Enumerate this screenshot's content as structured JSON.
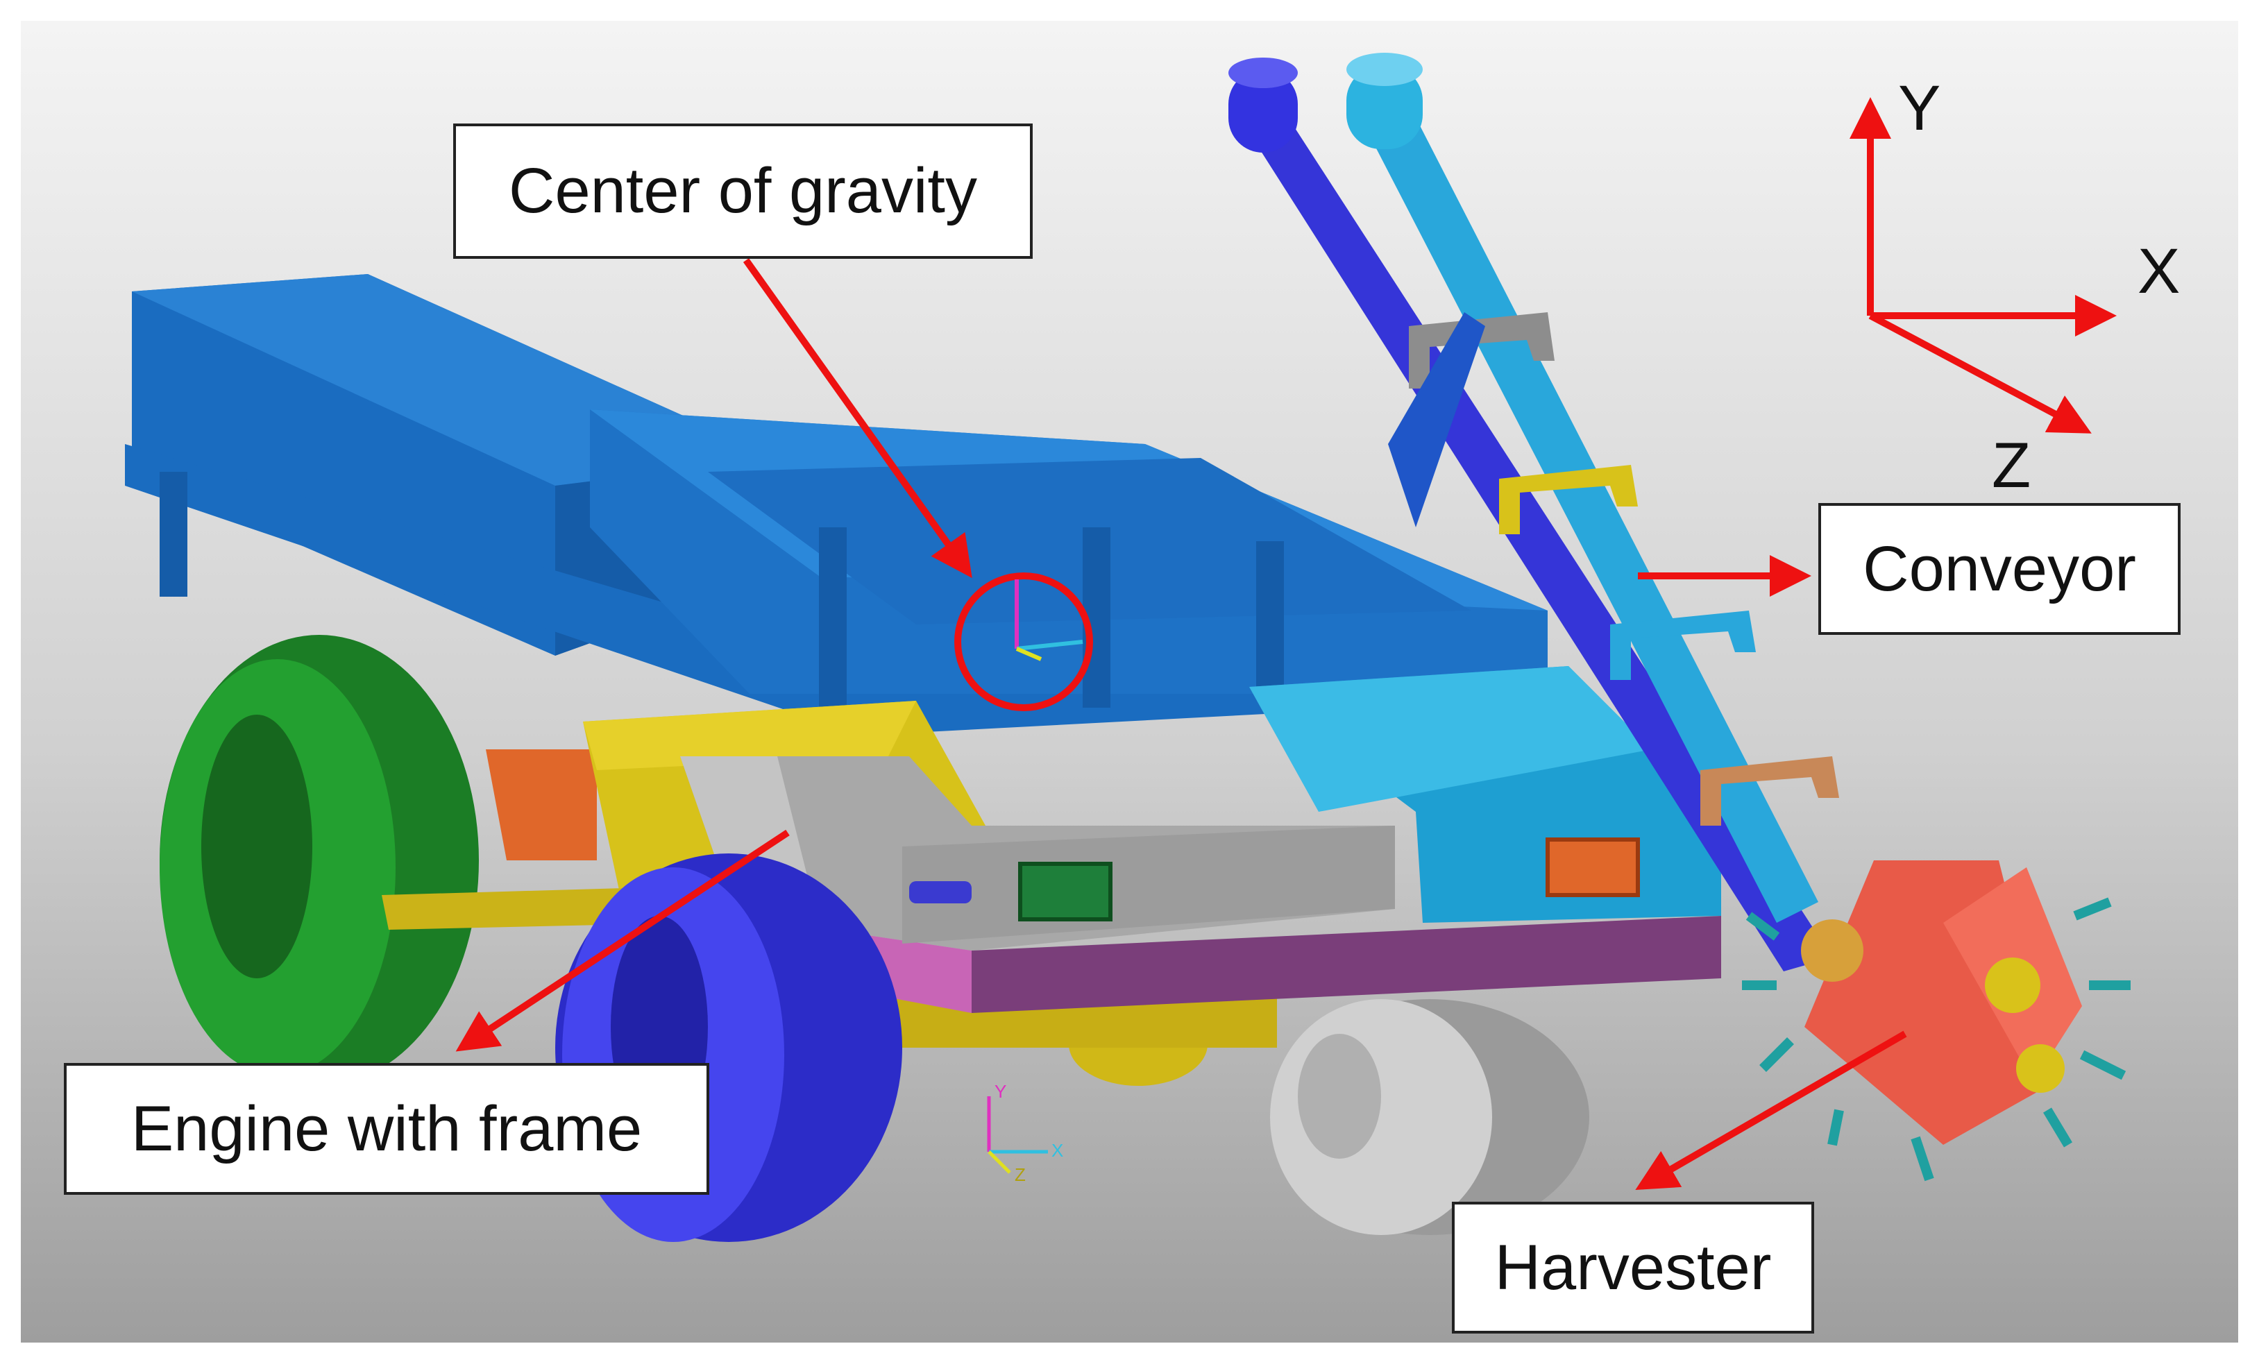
{
  "labels": {
    "center_of_gravity": "Center of gravity",
    "conveyor": "Conveyor",
    "engine_with_frame": "Engine with frame",
    "harvester": "Harvester"
  },
  "axes": {
    "x": "X",
    "y": "Y",
    "z": "Z"
  },
  "mini_axes": {
    "x": "X",
    "y": "Y",
    "z": "Z"
  },
  "colors": {
    "annotation_arrow": "#ee1111",
    "frame_blue": "#1e6fbf",
    "cyan": "#1ea6d6",
    "conveyor_purple": "#3b3be0",
    "wheel_green": "#1f8a2a",
    "wheel_blue": "#3a3ae6",
    "wheel_gray": "#b5b5b5",
    "yellow": "#d9c21a",
    "pink": "#c866b8",
    "harvester_red": "#ef5a4a"
  }
}
